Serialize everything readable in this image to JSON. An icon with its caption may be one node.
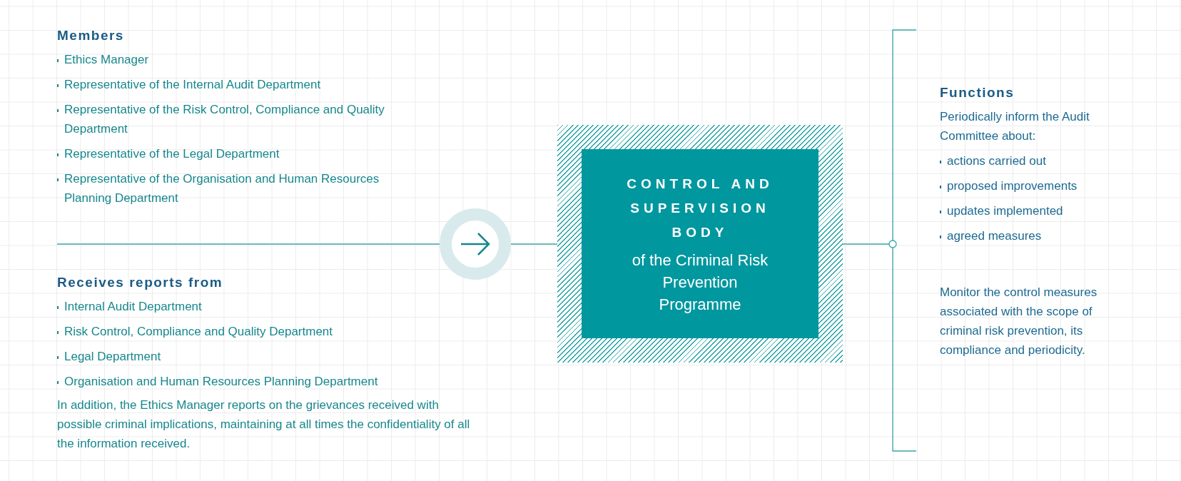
{
  "diagram": {
    "nodes": [
      {
        "text": [
          "Members",
          "Ethics Manager",
          "Representative of the Internal Audit Department",
          "Representative of the Risk Control, Compliance and Quality Department",
          "Representative of the Legal Department",
          "Representative of the Organisation and Human Resources Planning Department"
        ]
      },
      {
        "text": [
          "Receives reports from",
          "Internal Audit Department",
          "Risk Control, Compliance and Quality Department",
          "Legal Department",
          "Organisation and Human Resources Planning Department",
          "In addition, the Ethics Manager reports on the grievances received with possible criminal implications, maintaining at all times the confidentiality of all the information received."
        ]
      },
      {
        "text": [],
        "shape": "circle"
      },
      {
        "text": [
          "CONTROL AND SUPERVISION BODY",
          "of the Criminal Risk Prevention Programme"
        ]
      },
      {
        "text": [
          "Functions",
          "Periodically inform the Audit Committee about:",
          "actions carried out",
          "proposed improvements",
          "updates implemented",
          "agreed measures",
          "Monitor the control measures associated with the scope of criminal risk prevention, its compliance and periodicity."
        ]
      }
    ],
    "edges": [
      {
        "from": null,
        "to": 2,
        "arrow": "none"
      },
      {
        "from": 2,
        "to": 3,
        "arrow": "none"
      },
      {
        "from": 3,
        "to": 4,
        "arrow": "other"
      }
    ]
  }
}
